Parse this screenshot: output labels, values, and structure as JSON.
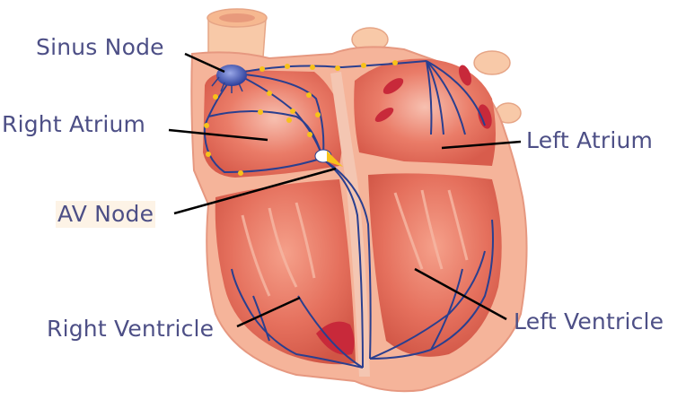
{
  "labels": {
    "sinus_node": "Sinus Node",
    "right_atrium": "Right Atrium",
    "av_node": "AV Node",
    "right_ventricle": "Right Ventricle",
    "left_atrium": "Left Atrium",
    "left_ventricle": "Left Ventricle"
  },
  "colors": {
    "label_text": "#4d4f86",
    "heart_outer": "#f5b49a",
    "heart_inner": "#e9806a",
    "chamber_dark": "#d95a4a",
    "aorta": "#f8c9a8",
    "conduction_path": "#2a3f8f",
    "signal_marker": "#f7c21a",
    "pointer_line": "#000000"
  },
  "icons": {
    "sinus_node": "sinus-node-icon",
    "av_node": "av-node-icon"
  }
}
